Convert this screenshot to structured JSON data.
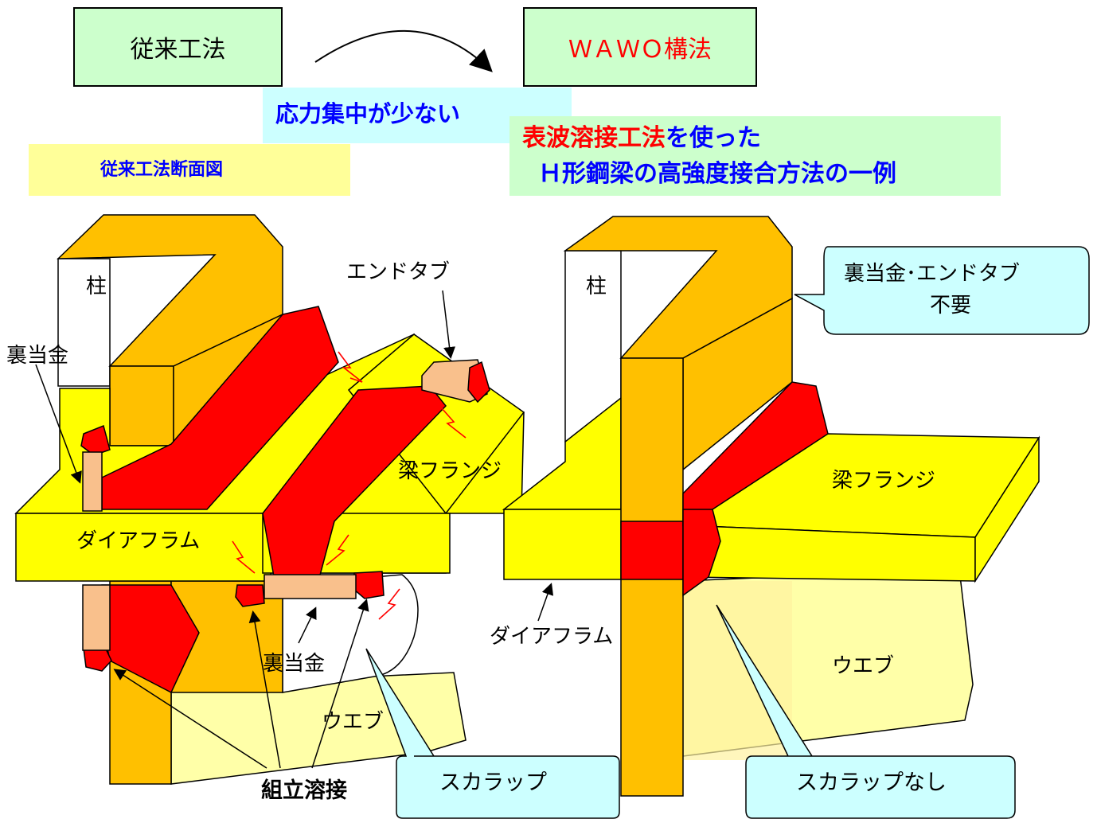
{
  "header": {
    "left_box": "従来工法",
    "right_box": "ＷＡＷＯ構法",
    "stress_note": "応力集中が少ない",
    "section_caption": "従来工法断面図",
    "method_line1_red": "表波溶接工法",
    "method_line1_blue": "を使った",
    "method_line2": "Ｈ形鋼梁の高強度接合方法の一例"
  },
  "left_diagram": {
    "column": "柱",
    "end_tab": "エンドタブ",
    "backing_top": "裏当金",
    "beam_flange": "梁フランジ",
    "diaphragm": "ダイアフラム",
    "backing_bottom": "裏当金",
    "web": "ウエブ",
    "assembly_weld": "組立溶接",
    "scallop": "スカラップ"
  },
  "right_diagram": {
    "column": "柱",
    "callout_line1": "裏当金･エンドタブ",
    "callout_line2": "不要",
    "beam_flange": "梁フランジ",
    "diaphragm": "ダイアフラム",
    "web": "ウエブ",
    "no_scallop": "スカラップなし"
  },
  "colors": {
    "column": "#ffc000",
    "flange": "#ffff00",
    "weld": "#ff0000",
    "backing": "#f9c08c",
    "web": "#ffffa8",
    "callout": "#ccffff",
    "header_box": "#ccffcc"
  }
}
